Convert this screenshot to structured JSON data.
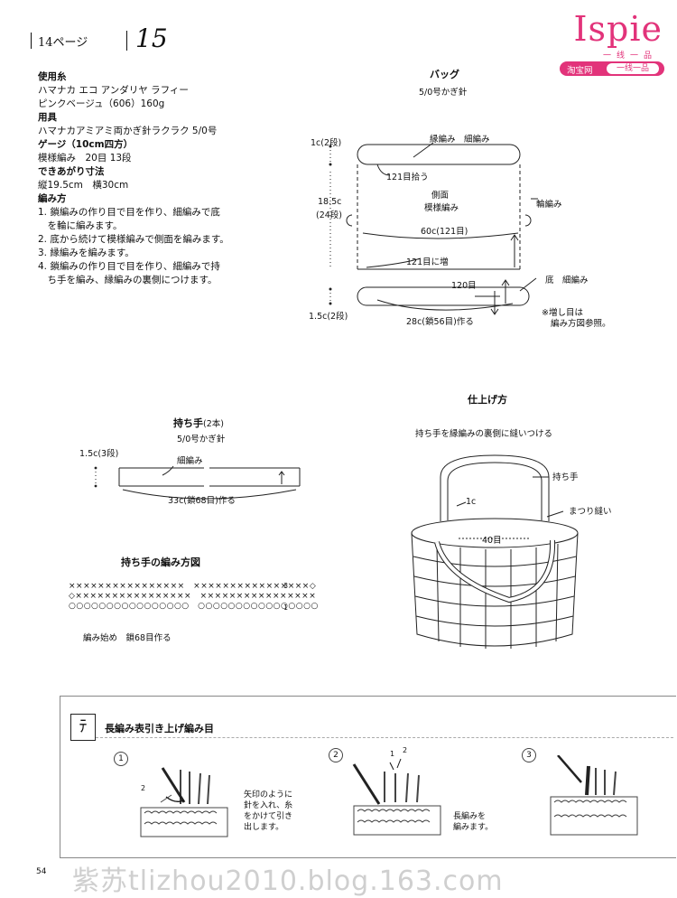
{
  "header": {
    "page_ref": "14ページ",
    "pattern_no": "15"
  },
  "logo": {
    "brand": "Ispie",
    "tagline": "一线一品",
    "band_left": "淘宝网",
    "band_right": "一线一品"
  },
  "spec": {
    "yarn_heading": "使用糸",
    "yarn_name": "ハマナカ エコ アンダリヤ ラフィー",
    "yarn_color": "ピンクベージュ（606）160g",
    "tools_heading": "用具",
    "tools_text": "ハマナカアミアミ両かぎ針ラクラク 5/0号",
    "gauge_heading": "ゲージ（10cm四方）",
    "gauge_text": "模様編み　20目 13段",
    "size_heading": "できあがり寸法",
    "size_text": "縦19.5cm　横30cm",
    "method_heading": "編み方",
    "steps": [
      "1. 鎖編みの作り目で目を作り、細編みで底",
      "　を輪に編みます。",
      "2. 底から続けて模様編みで側面を編みます。",
      "3. 縁編みを編みます。",
      "4. 鎖編みの作り目で目を作り、細編みで持",
      "　ち手を編み、縁編みの裏側につけます。"
    ]
  },
  "bag": {
    "title": "バッグ",
    "hook": "5/0号かぎ針",
    "edge_label": "縁編み　細編み",
    "edge_height": "1c(2段)",
    "pickup": "121目拾う",
    "side_label": "側面",
    "side_stitch": "模様編み",
    "height_cm": "18.5c",
    "height_rows": "(24段)",
    "ring_label": "輪編み",
    "circumference": "60c(121目)",
    "increase": "121目に増",
    "base_stitches": "120目",
    "base_label": "底　細編み",
    "base_height": "1.5c(2段)",
    "base_chain": "28c(鎖56目)作る",
    "note_1": "※増し目は",
    "note_2": "編み方図参照。"
  },
  "handle": {
    "title": "持ち手",
    "count": "(2本)",
    "hook": "5/0号かぎ針",
    "height": "1.5c(3段)",
    "stitch": "細編み",
    "length": "33c(鎖68目)作る"
  },
  "handle_chart": {
    "title": "持ち手の編み方図",
    "row_3": "3",
    "row_1": "1",
    "start": "編み始め　鎖68目作る"
  },
  "finishing": {
    "title": "仕上げ方",
    "instruction": "持ち手を縁編みの裏側に縫いつける",
    "handle_label": "持ち手",
    "offset": "1c",
    "stitch_label": "まつり縫い",
    "gap": "40目"
  },
  "technique": {
    "symbol": "ﾃ",
    "title": "長編み表引き上げ編み目",
    "step1_num": "1",
    "step1_text": [
      "矢印のように",
      "針を入れ、糸",
      "をかけて引き",
      "出します。"
    ],
    "step2_num": "2",
    "step2_text": [
      "長編みを",
      "編みます。"
    ],
    "step3_num": "3",
    "arrow_1": "1",
    "arrow_2": "2"
  },
  "footer": {
    "page": "54",
    "watermark": "紫苏tlizhou2010.blog.163.com"
  }
}
